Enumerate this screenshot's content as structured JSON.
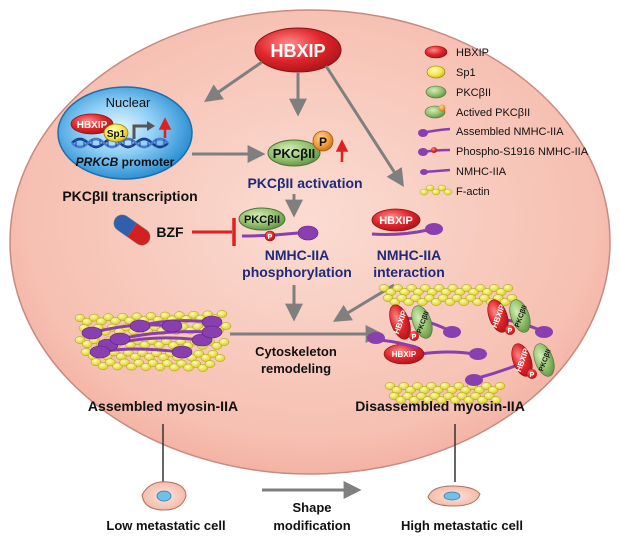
{
  "nodes": {
    "hbxip_main": "HBXIP",
    "nuclear": "Nuclear",
    "nuclear_hbxip": "HBXIP",
    "nuclear_sp1": "Sp1",
    "promoter_gene": "PRKCB",
    "promoter_suffix": " promoter",
    "pkc_transcription": "PKCβII transcription",
    "pkc_center": "PKCβII",
    "pkc_p": "P",
    "pkc_activation": "PKCβII activation",
    "bzf": "BZF",
    "pkc_phos": "PKCβII",
    "phos_p": "P",
    "nmhc_phos_line1": "NMHC-IIA",
    "nmhc_phos_line2": "phosphorylation",
    "hbxip_interact": "HBXIP",
    "nmhc_inter_line1": "NMHC-IIA",
    "nmhc_inter_line2": "interaction",
    "cyto_line1": "Cytoskeleton",
    "cyto_line2": "remodeling",
    "assembled": "Assembled myosin-IIA",
    "disassembled": "Disassembled myosin-IIA",
    "low_cell": "Low metastatic cell",
    "high_cell": "High metastatic cell",
    "shape_line1": "Shape",
    "shape_line2": "modification",
    "dis_hbxip_1": "HBXIP",
    "dis_pkc_1": "PKCβII",
    "dis_p_1": "P",
    "dis_hbxip_2": "HBXIP",
    "dis_pkc_2": "PKCβII",
    "dis_p_2": "P",
    "dis_hbxip_3": "HBXIP",
    "dis_hbxip_4": "HBXIP",
    "dis_pkc_4": "PKCβII",
    "dis_p_4": "P"
  },
  "legend": [
    {
      "label": "HBXIP",
      "icon": "hbxip-ellipse-icon"
    },
    {
      "label": "Sp1",
      "icon": "sp1-ellipse-icon"
    },
    {
      "label": "PKCβII",
      "icon": "pkc-ellipse-icon"
    },
    {
      "label": "Actived PKCβII",
      "icon": "active-pkc-icon"
    },
    {
      "label": "Assembled NMHC-IIA",
      "icon": "assembled-nmhc-icon"
    },
    {
      "label": "Phospho-S1916 NMHC-IIA",
      "icon": "phospho-nmhc-icon"
    },
    {
      "label": "NMHC-IIA",
      "icon": "nmhc-icon"
    },
    {
      "label": "F-actin",
      "icon": "f-actin-icon"
    }
  ],
  "colors": {
    "cell_fill": "#f7c4b8",
    "hbxip_red": "#e0262b",
    "sp1_yellow": "#f4e64a",
    "pkc_green": "#8fbf6a",
    "myosin_purple": "#8a3fb0",
    "actin_yellow": "#e9e23a",
    "nucleus_blue": "#3ba0e0",
    "inhibit_red": "#e01f1f",
    "text_navy": "#1f2a7a"
  }
}
